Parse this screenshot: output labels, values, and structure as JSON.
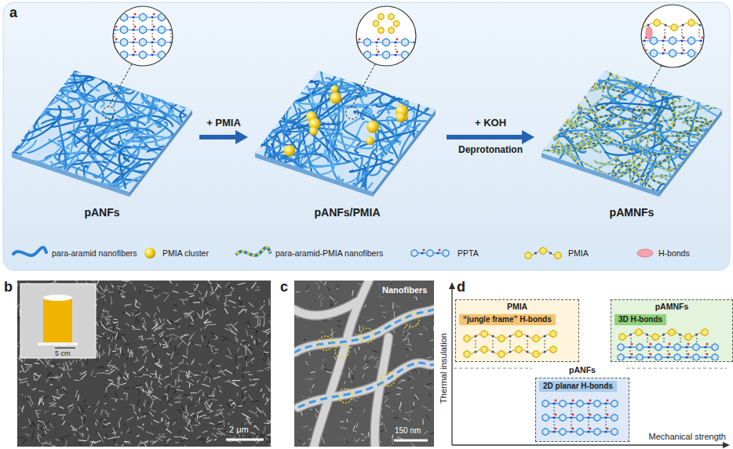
{
  "diagram": {
    "nodes": [
      {
        "text": [
          "pANFs"
        ]
      },
      {
        "text": [
          "pANFs/PMIA"
        ]
      },
      {
        "text": [
          "pAMNFs"
        ]
      },
      {
        "text": [
          "PMIA",
          "“jungle frame” H-bonds"
        ]
      },
      {
        "text": [
          "pAMNFs",
          "3D H-bonds"
        ]
      },
      {
        "text": [
          "pANFs",
          "2D planar H-bonds"
        ]
      }
    ],
    "edges": [
      {
        "from": 0,
        "to": 1,
        "arrow": "to",
        "label": "+ PMIA"
      },
      {
        "from": 1,
        "to": 2,
        "arrow": "to",
        "label": "+ KOH"
      }
    ],
    "labels": [
      "a",
      "Deprotonation",
      "b",
      "5 cm",
      "2 μm",
      "c",
      "Nanofibers",
      "150 nm",
      "d",
      "Thermal insulation",
      "Mechanical strength"
    ],
    "legend": [
      {
        "text": "para-aramid nanofibers"
      },
      {
        "text": "PMIA cluster"
      },
      {
        "text": "para-aramid-PMIA nanofibers"
      },
      {
        "text": "PPTA"
      },
      {
        "text": "PMIA"
      },
      {
        "text": "H-bonds"
      }
    ]
  }
}
